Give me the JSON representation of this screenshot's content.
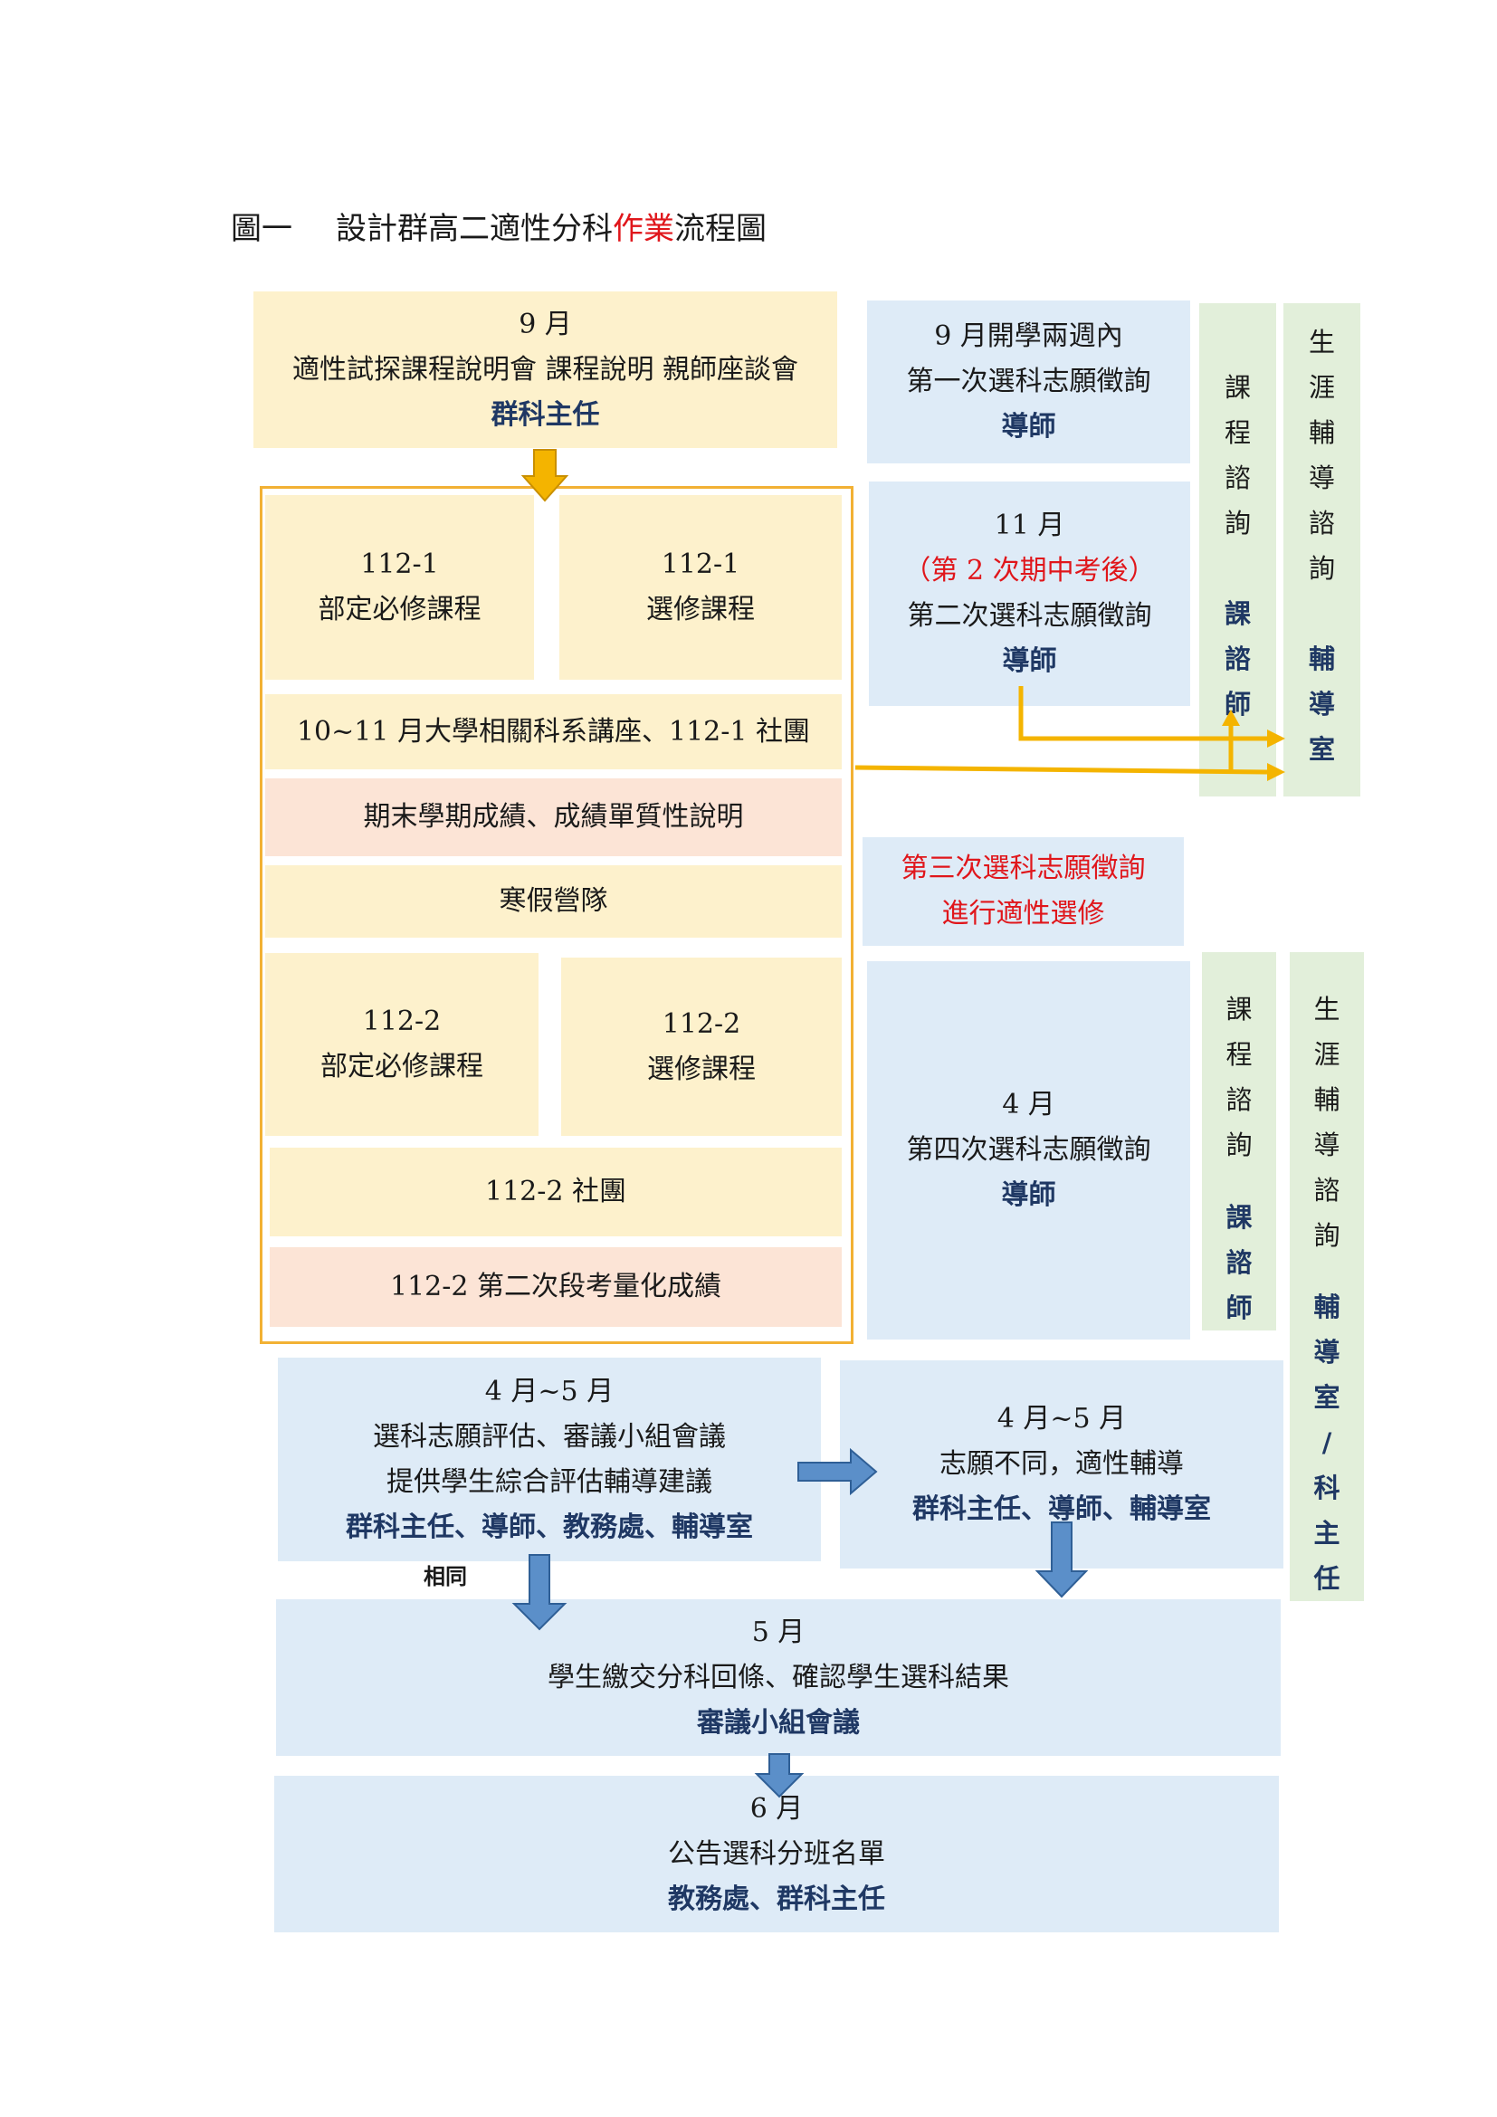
{
  "title": {
    "prefix": "圖一",
    "main": "設計群高二適性分科",
    "highlight": "作業",
    "suffix": "流程圖"
  },
  "sept": {
    "month": "9 月",
    "desc": "適性試探課程說明會  課程說明  親師座談會",
    "role": "群科主任"
  },
  "term1": {
    "required": {
      "code": "112-1",
      "label": "部定必修課程"
    },
    "elective": {
      "code": "112-1",
      "label": "選修課程"
    },
    "lectures": "10~11 月大學相關科系講座、112-1 社團",
    "final_grades": "期末學期成績、成績單質性說明",
    "winter_camp": "寒假營隊"
  },
  "term2": {
    "required": {
      "code": "112-2",
      "label": "部定必修課程"
    },
    "elective": {
      "code": "112-2",
      "label": "選修課程"
    },
    "club": "112-2 社團",
    "quant_grades": "112-2 第二次段考量化成績"
  },
  "survey1": {
    "line1": "9 月開學兩週內",
    "line2": "第一次選科志願徵詢",
    "role": "導師"
  },
  "survey2": {
    "month": "11 月",
    "note": "（第 2 次期中考後）",
    "line2": "第二次選科志願徵詢",
    "role": "導師"
  },
  "survey3": {
    "line1": "第三次選科志願徵詢",
    "line2": "進行適性選修"
  },
  "survey4": {
    "month": "4 月",
    "line2": "第四次選科志願徵詢",
    "role": "導師"
  },
  "side_course_1": {
    "text": [
      "課",
      "程",
      "諮",
      "詢"
    ],
    "role": [
      "課",
      "諮",
      "師"
    ]
  },
  "side_career_1": {
    "text": [
      "生",
      "涯",
      "輔",
      "導",
      "諮",
      "詢"
    ],
    "role": [
      "輔",
      "導",
      "室"
    ]
  },
  "side_course_2": {
    "text": [
      "課",
      "程",
      "諮",
      "詢"
    ],
    "role": [
      "課",
      "諮",
      "師"
    ]
  },
  "side_career_2": {
    "text": [
      "生",
      "涯",
      "輔",
      "導",
      "諮",
      "詢"
    ],
    "role": [
      "輔",
      "導",
      "室",
      "/",
      "科",
      "主",
      "任"
    ]
  },
  "apr_may_eval": {
    "month": "4 月~5 月",
    "line2": "選科志願評估、審議小組會議",
    "line3": "提供學生綜合評估輔導建議",
    "role": "群科主任、導師、教務處、輔導室"
  },
  "apr_may_diff": {
    "month": "4 月~5 月",
    "line2": "志願不同，適性輔導",
    "role": "群科主任、導師、輔導室"
  },
  "same_label": "相同",
  "may": {
    "month": "5 月",
    "line2": "學生繳交分科回條、確認學生選科結果",
    "role": "審議小組會議"
  },
  "june": {
    "month": "6 月",
    "line2": "公告選科分班名單",
    "role": "教務處、群科主任"
  },
  "colors": {
    "yellow": "#fdf1cc",
    "pink": "#fce4d6",
    "blue": "#deebf7",
    "green": "#e2efda",
    "role_text": "#1f3864",
    "red_text": "#e0161b",
    "orange_arrow": "#f4b400",
    "blue_arrow": "#5b8fc9",
    "frame": "#f2b134"
  }
}
